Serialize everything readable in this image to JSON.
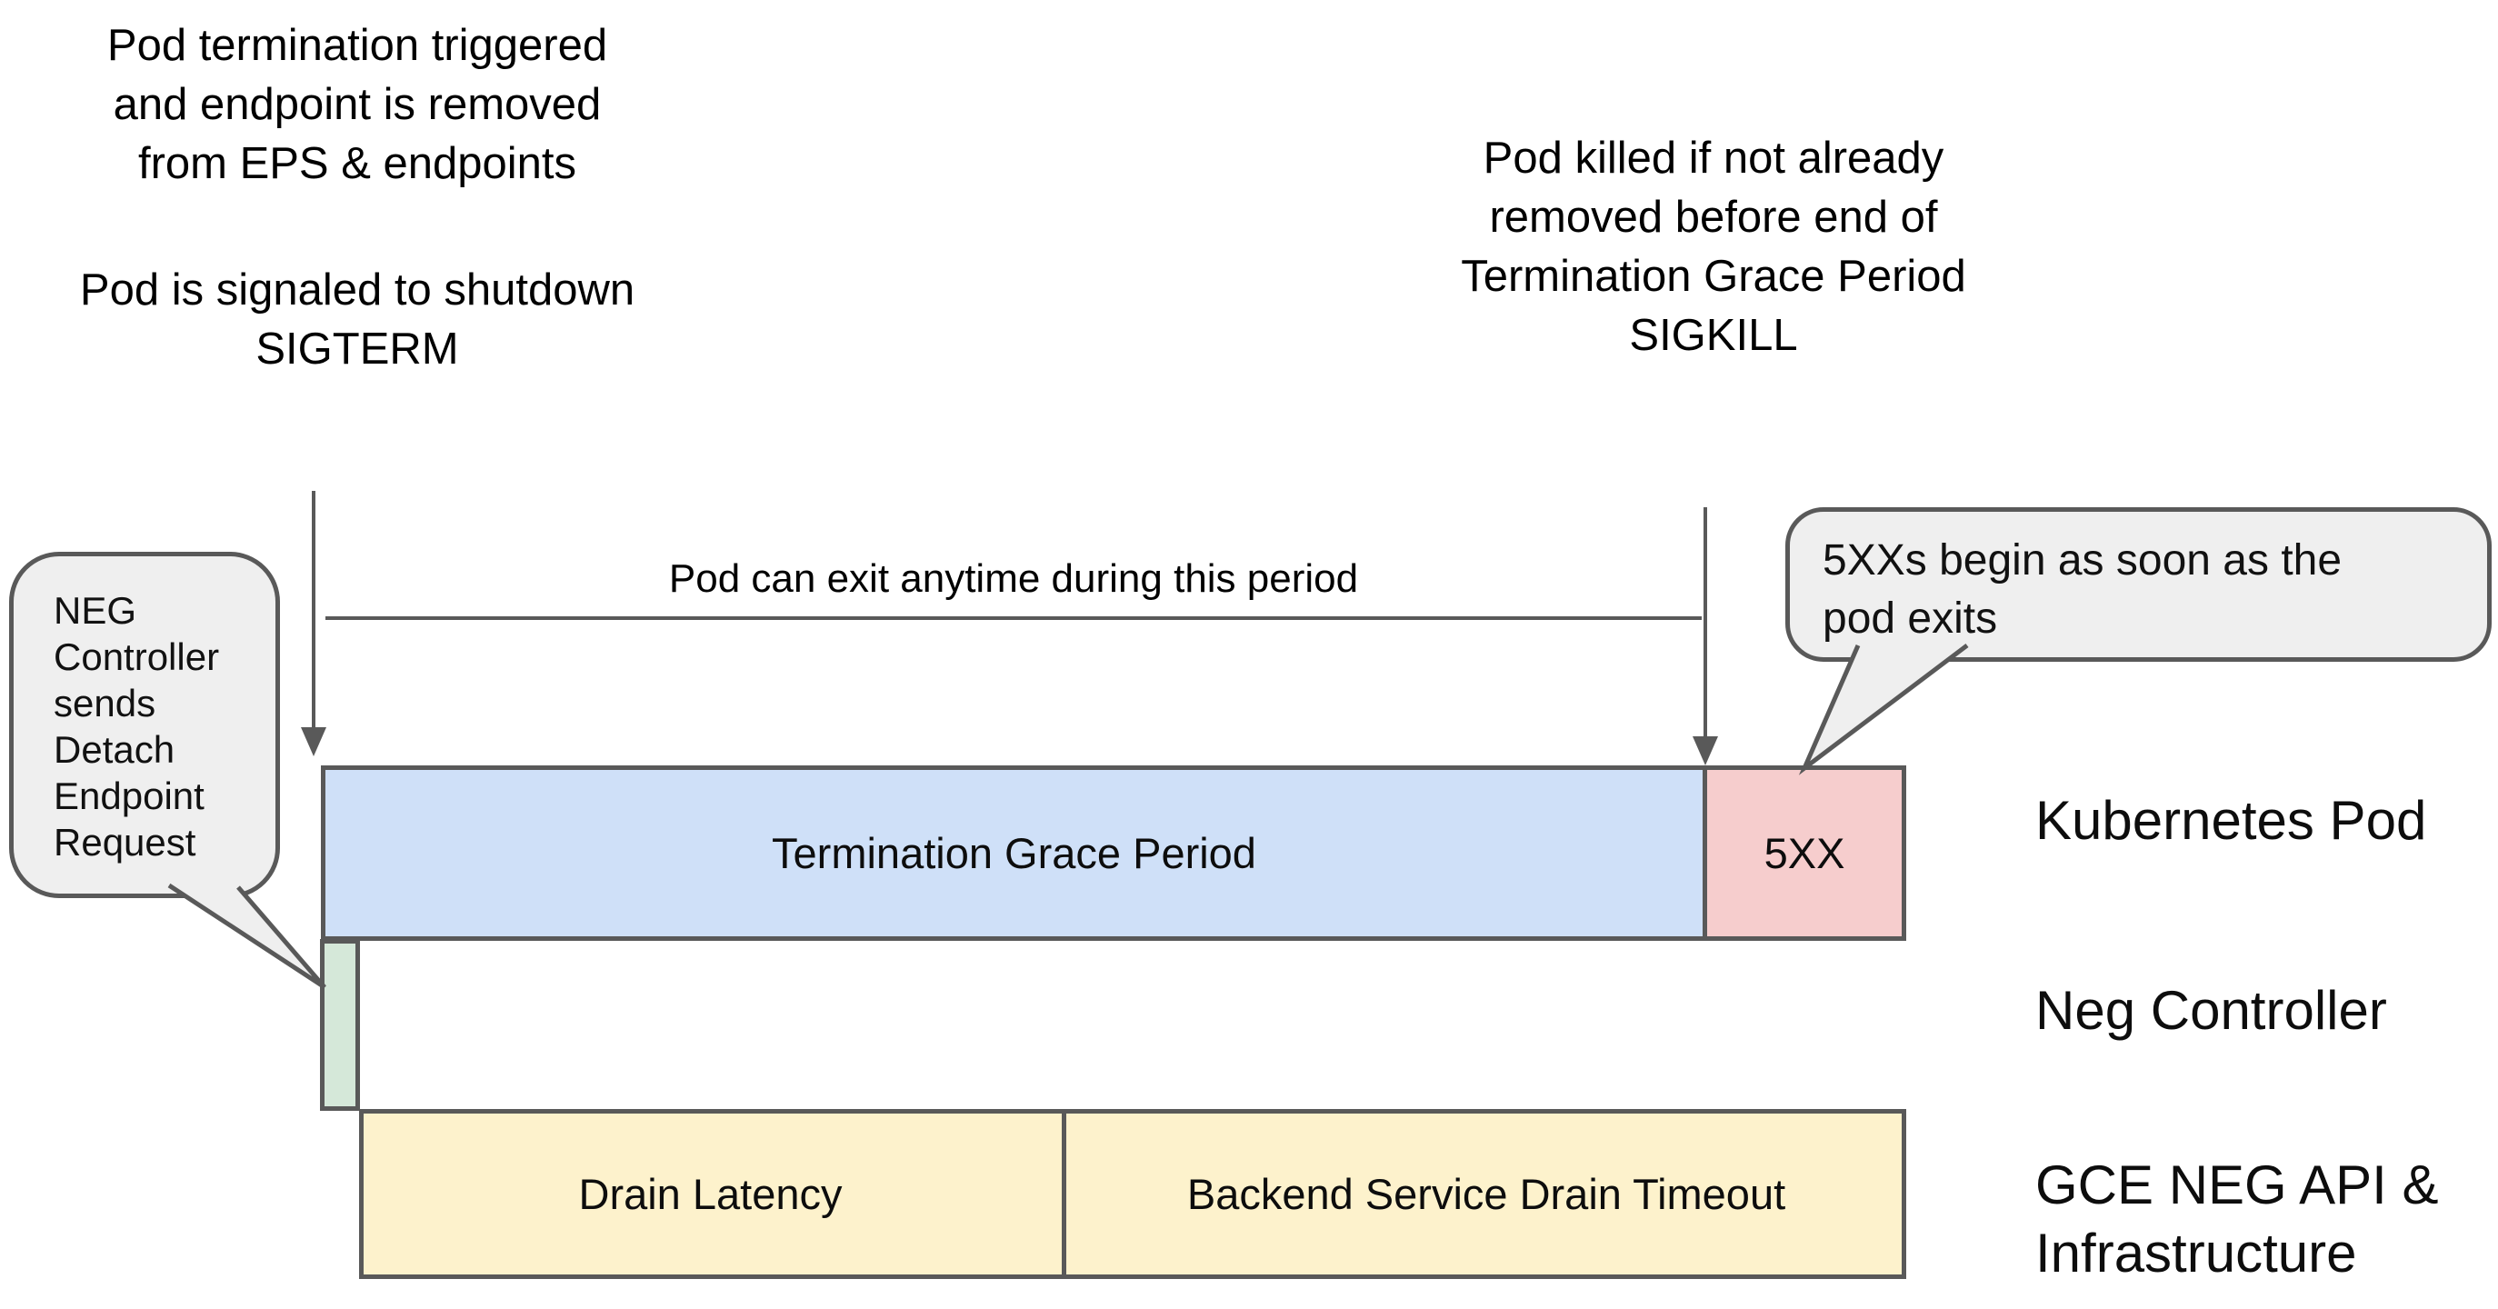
{
  "colors": {
    "stroke": "#595959",
    "bubble_fill": "#efefef",
    "blue_fill": "#cfe0f8",
    "pink_fill": "#f6cdcd",
    "green_fill": "#d5e8d9",
    "yellow_fill": "#fdf2cc"
  },
  "notes": {
    "pod_termination": "Pod termination triggered\nand endpoint is removed\nfrom EPS & endpoints",
    "pod_signaled": "Pod is signaled to shutdown\nSIGTERM",
    "pod_killed": "Pod killed if not already\nremoved before end of\nTermination Grace Period\nSIGKILL",
    "exit_period": "Pod can exit anytime during this period"
  },
  "callouts": {
    "neg_controller": "NEG\nController\nsends\nDetach\nEndpoint\nRequest",
    "five_xx": "5XXs begin as soon as the\npod exits"
  },
  "rows": [
    {
      "label": "Kubernetes Pod",
      "segments": [
        {
          "label": "Termination Grace Period",
          "color": "#cfe0f8"
        },
        {
          "label": "5XX",
          "color": "#f6cdcd"
        }
      ]
    },
    {
      "label": "Neg Controller",
      "segments": [
        {
          "label": "",
          "color": "#d5e8d9"
        }
      ]
    },
    {
      "label": "GCE NEG API &\nInfrastructure",
      "segments": [
        {
          "label": "Drain Latency",
          "color": "#fdf2cc"
        },
        {
          "label": "Backend Service Drain Timeout",
          "color": "#fdf2cc"
        }
      ]
    }
  ]
}
